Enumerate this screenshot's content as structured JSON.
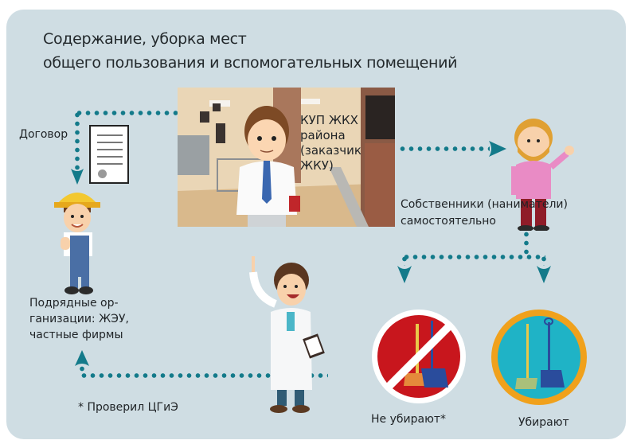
{
  "title": {
    "line1": "Содержание, уборка мест",
    "line2": "общего пользования и вспомогательных помещений"
  },
  "nodes": {
    "customer": {
      "label_lines": [
        "КУП ЖКХ",
        "района",
        "(заказчик",
        "ЖКУ)"
      ],
      "figure": "businessman-in-building-lobby"
    },
    "contract": {
      "label": "Договор",
      "icon": "document-icon"
    },
    "contractors": {
      "label_lines": [
        "Подрядные ор-",
        "ганизации: ЖЭУ,",
        "частные фирмы"
      ],
      "figure": "worker-in-hard-hat"
    },
    "owners": {
      "label_lines": [
        "Собственники (наниматели)",
        "самостоятельно"
      ],
      "figure": "bearded-man-waving"
    },
    "inspector": {
      "figure": "doctor-with-clipboard"
    },
    "not_cleaning": {
      "label": "Не убирают*",
      "icon": "no-broom-icon"
    },
    "cleaning": {
      "label": "Убирают",
      "icon": "broom-dustpan-icon"
    }
  },
  "footnote": "* Проверил ЦГиЭ",
  "colors": {
    "panel": "#cfdde3",
    "connector": "#137a8a",
    "prohibit_red": "#c8161d",
    "ok_teal": "#1fb3c6",
    "ok_ring": "#f0a11c",
    "text": "#1f2326"
  }
}
